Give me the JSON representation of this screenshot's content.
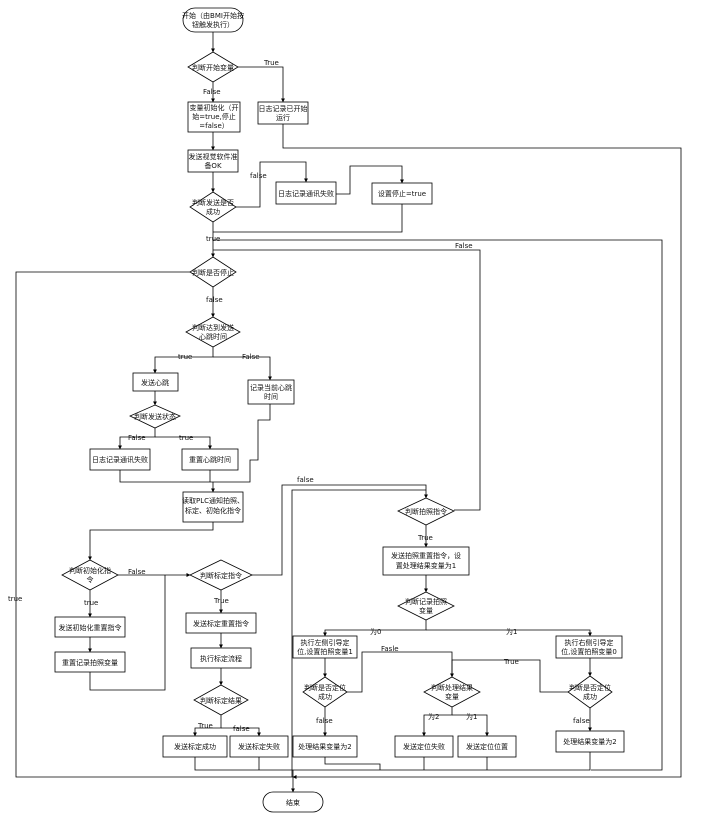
{
  "nodes": {
    "start": [
      "开始（由BMI开始按",
      "钮触发执行）"
    ],
    "d_start_var": [
      "判断开始变量"
    ],
    "log_started": [
      "日志记录已开始",
      "运行"
    ],
    "init_vars": [
      "变量初始化（开",
      "始=true,停止",
      "=false）"
    ],
    "send_ok": [
      "发送视觉软件准",
      "备OK"
    ],
    "d_send_ok": [
      "判断发送是否",
      "成功"
    ],
    "log_comm_fail_top": [
      "日志记录通讯失败"
    ],
    "set_stop": [
      "设置停止=true"
    ],
    "d_stop": [
      "判断是否停止"
    ],
    "d_heartbeat_time": [
      "判断达到发送",
      "心跳时间"
    ],
    "send_heartbeat": [
      "发送心跳"
    ],
    "record_heartbeat": [
      "记录当前心跳",
      "时间"
    ],
    "d_send_state": [
      "判断发送状态"
    ],
    "log_comm_fail_mid": [
      "日志记录通讯失败"
    ],
    "reset_heartbeat": [
      "重置心跳时间"
    ],
    "read_plc": [
      "读取PLC通知拍照、",
      "标定、初始化指令"
    ],
    "d_init_cmd": [
      "判断初始化指",
      "令"
    ],
    "send_init_reset": [
      "发送初始化重置指令"
    ],
    "reset_photo_var": [
      "重置记录拍照变量"
    ],
    "d_calib_cmd": [
      "判断标定指令"
    ],
    "send_calib_reset": [
      "发送标定重置指令"
    ],
    "run_calib": [
      "执行标定流程"
    ],
    "d_calib_result": [
      "判断标定结果"
    ],
    "send_calib_ok": [
      "发送标定成功"
    ],
    "send_calib_fail": [
      "发送标定失败"
    ],
    "d_photo_cmd": [
      "判断拍照指令"
    ],
    "send_photo_reset": [
      "发送拍照重置指令，设",
      "置处理结果变量为1"
    ],
    "d_record_photo": [
      "判断记录拍照",
      "变量"
    ],
    "left_locate": [
      "执行左侧引导定",
      "位,设置拍照变量1"
    ],
    "d_left_ok": [
      "判断是否定位",
      "成功"
    ],
    "proc_result_2": [
      "处理结果变量为2"
    ],
    "d_proc_result": [
      "判断处理结果",
      "变量"
    ],
    "send_locate_fail": [
      "发送定位失败"
    ],
    "send_locate_pos": [
      "发送定位位置"
    ],
    "right_locate": [
      "执行右侧引导定",
      "位,设置拍照变量0"
    ],
    "d_right_ok": [
      "判断是否定位",
      "成功"
    ],
    "proc_result_2b": [
      "处理结果变量为2"
    ],
    "end": [
      "结束"
    ]
  },
  "edges": {
    "true_a": "True",
    "false_a": "False",
    "false_b": "false",
    "true_b": "true",
    "false_c": "False",
    "false_d": "false",
    "true_c": "true",
    "false_e": "False",
    "false_f": "False",
    "true_d": "true",
    "false_g": "False",
    "true_e": "true",
    "true_f": "True",
    "false_h": "false",
    "true_g": "True",
    "false_i": "false",
    "true_h": "True",
    "for0": "为0",
    "for1": "为1",
    "false_j": "false",
    "false_k": "Fasle",
    "true_i": "True",
    "for2": "为2",
    "for1b": "为1",
    "false_l": "false",
    "true_left": "true"
  }
}
